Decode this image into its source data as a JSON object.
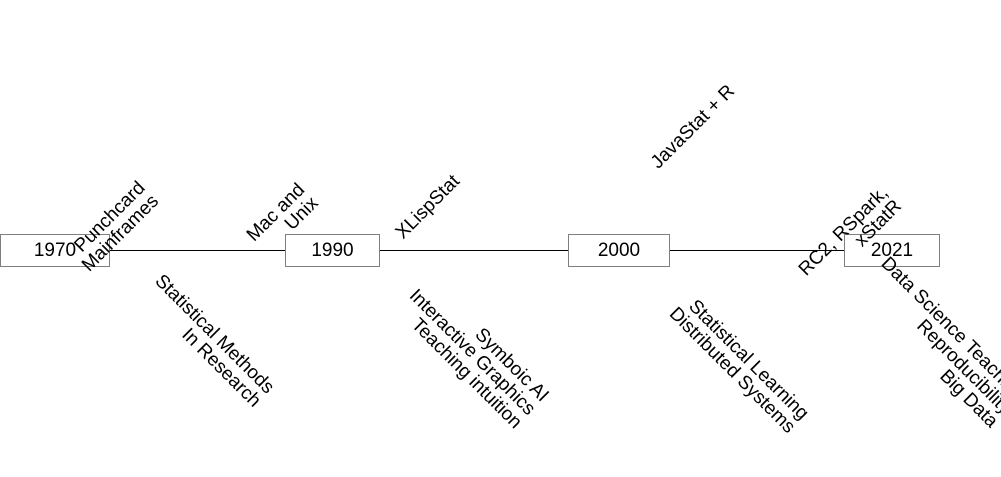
{
  "timeline": {
    "years": [
      "1970",
      "1990",
      "2000",
      "2021"
    ],
    "above": [
      {
        "lines": [
          "Punchcard",
          "Mainframes"
        ]
      },
      {
        "lines": [
          "Mac and",
          "Unix"
        ]
      },
      {
        "lines": [
          "XLispStat"
        ]
      },
      {
        "lines": [
          "JavaStat + R"
        ]
      },
      {
        "lines": [
          "RC2, RSpark,",
          "xStatR"
        ]
      }
    ],
    "below": [
      {
        "lines": [
          "Statistical Methods",
          "In Research"
        ]
      },
      {
        "lines": [
          "Symboic AI",
          "Interactive Graphics",
          "Teaching intuition"
        ]
      },
      {
        "lines": [
          "Statistical Learning",
          "Distributed Systems"
        ]
      },
      {
        "lines": [
          "Data Science Teaching",
          "Reproducibility",
          "Big Data"
        ]
      }
    ]
  }
}
